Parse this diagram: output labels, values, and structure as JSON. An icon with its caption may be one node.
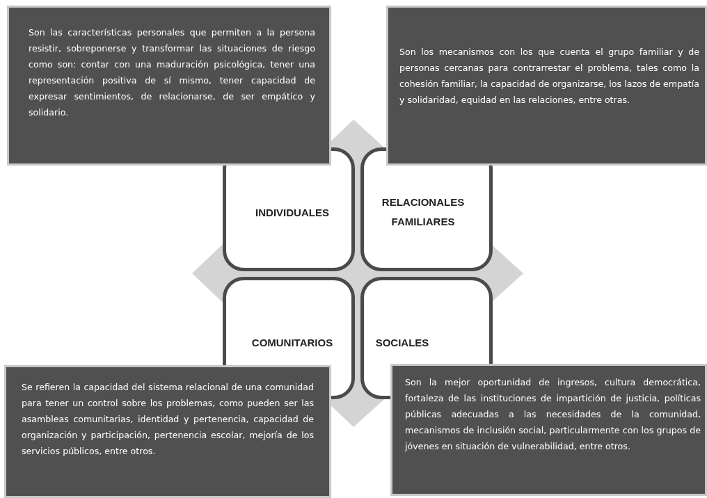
{
  "diagram": {
    "nodes": [
      {
        "text": [
          "Son las características personales que permiten a la persona resistir, sobreponerse y transformar las situaciones de riesgo como son: contar con una maduración psicológica, tener una representación positiva de sí mismo, tener capacidad de expresar sentimientos, de relacionarse, de ser empático y solidario."
        ]
      },
      {
        "text": [
          "Son los mecanismos con los que cuenta el grupo familiar y de personas cercanas para contrarrestar el problema, tales como la cohesión familiar, la capacidad de organizarse, los lazos de empatía y solidaridad, equidad en las relaciones, entre otras."
        ]
      },
      {
        "text": [
          "INDIVIDUALES"
        ]
      },
      {
        "text": [
          "RELACIONALES FAMILIARES"
        ]
      },
      {
        "text": [
          "COMUNITARIOS"
        ]
      },
      {
        "text": [
          "SOCIALES"
        ]
      },
      {
        "text": [
          "Se refieren la capacidad del sistema relacional de una comunidad para tener un control sobre los problemas, como pueden ser las asambleas comunitarias, identidad y pertenencia, capacidad de organización y participación, pertenencia escolar, mejoría de los servicios públicos, entre otros."
        ]
      },
      {
        "text": [
          "Son la mejor oportunidad de ingresos, cultura democrática, fortaleza de las instituciones de impartición de justicia, políticas públicas adecuadas a las necesidades de la comunidad, mecanismos de inclusión social, particularmente con los grupos de jóvenes en situación de vulnerabilidad, entre otros."
        ]
      }
    ]
  }
}
